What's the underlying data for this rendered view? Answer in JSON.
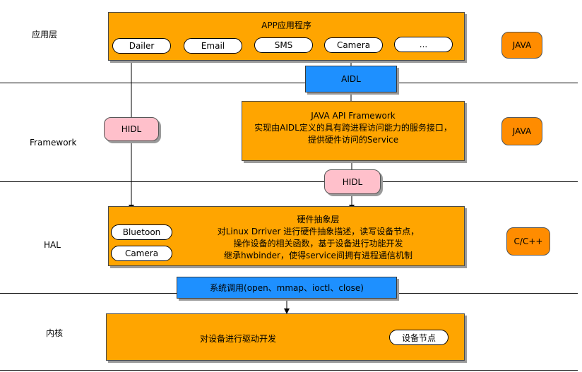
{
  "layers": {
    "app": "应用层",
    "framework": "Framework",
    "hal": "HAL",
    "kernel": "内核"
  },
  "app_box": {
    "title": "APP应用程序",
    "apps": [
      "Dailer",
      "Email",
      "SMS",
      "Camera",
      "..."
    ]
  },
  "aidl": "AIDL",
  "framework_box": {
    "line1": "JAVA API Framework",
    "line2": "实现由AIDL定义的具有跨进程访问能力的服务接口，",
    "line3": "提供硬件访问的Service"
  },
  "hidl_left": "HIDL",
  "hidl_center": "HIDL",
  "hal_box": {
    "title": "硬件抽象层",
    "line1": "对Linux Drriver 进行硬件抽象描述，读写设备节点，",
    "line2": "操作设备的相关函数，基于设备进行功能开发",
    "line3": "继承hwbinder，使得service间拥有进程通信机制",
    "items": [
      "Bluetoon",
      "Camera"
    ]
  },
  "syscall": "系统调用(open、mmap、ioctl、close)",
  "kernel_box": {
    "text": "对设备进行驱动开发",
    "node": "设备节点"
  },
  "lang_tags": {
    "app": "JAVA",
    "framework": "JAVA",
    "hal": "C/C++"
  },
  "colors": {
    "orange": "#FFA500",
    "blue": "#1E90FF",
    "pink": "#FFC0CB",
    "dark_orange": "#FF8C00"
  }
}
